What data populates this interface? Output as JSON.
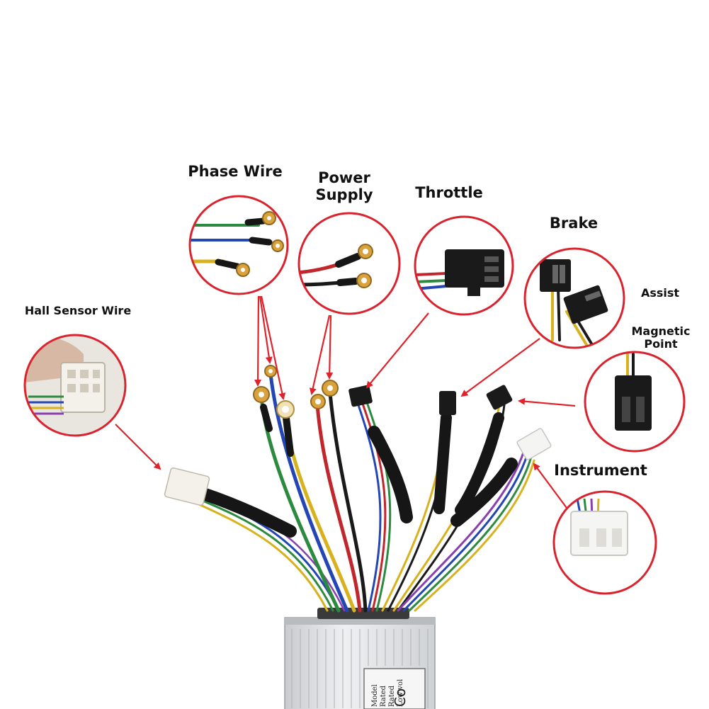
{
  "labels": {
    "phase_wire": "Phase Wire",
    "power_supply_line1": "Power",
    "power_supply_line2": "Supply",
    "throttle": "Throttle",
    "brake": "Brake",
    "assist": "Assist",
    "magnetic_point_line1": "Magnetic",
    "magnetic_point_line2": "Point",
    "hall_sensor_wire": "Hall Sensor Wire",
    "instrument": "Instrument"
  },
  "controller_plate": {
    "line0": "Co",
    "line1": "Model",
    "line2": "Rated",
    "line3": "Rated",
    "line4": "Low vol"
  },
  "colors": {
    "callout_circle": "#d9232e",
    "arrow": "#e0222b",
    "controller_body": "#e4e6e8",
    "heat_shrink": "#161616"
  }
}
